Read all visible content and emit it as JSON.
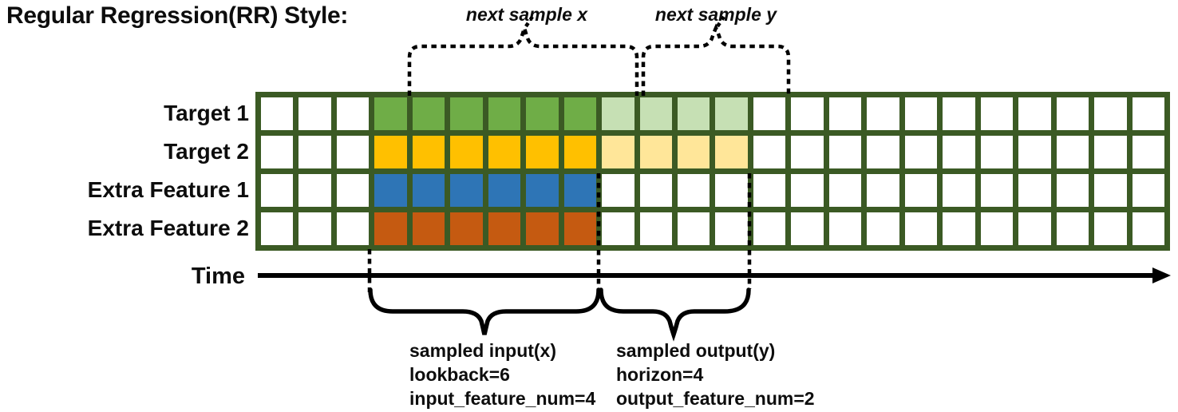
{
  "title": "Regular Regression(RR) Style:",
  "colors": {
    "grid_border": "#3b5a24",
    "cell_empty": "#ffffff",
    "target1_solid": "#6fad47",
    "target1_faded": "#c6e0b4",
    "target2_solid": "#ffc000",
    "target2_faded": "#ffe699",
    "extra1_solid": "#2e75b6",
    "extra2_solid": "#c55a11",
    "annotation": "#000000"
  },
  "grid": {
    "n_cols": 24,
    "lookback_cols": 6,
    "horizon_cols": 4,
    "rows": [
      {
        "label": "Target 1",
        "segments": [
          {
            "start": 3,
            "count": 6,
            "colorKey": "target1_solid"
          },
          {
            "start": 9,
            "count": 4,
            "colorKey": "target1_faded"
          }
        ]
      },
      {
        "label": "Target 2",
        "segments": [
          {
            "start": 3,
            "count": 6,
            "colorKey": "target2_solid"
          },
          {
            "start": 9,
            "count": 4,
            "colorKey": "target2_faded"
          }
        ]
      },
      {
        "label": "Extra Feature 1",
        "segments": [
          {
            "start": 3,
            "count": 6,
            "colorKey": "extra1_solid"
          }
        ]
      },
      {
        "label": "Extra Feature 2",
        "segments": [
          {
            "start": 3,
            "count": 6,
            "colorKey": "extra2_solid"
          }
        ]
      }
    ]
  },
  "time_axis": {
    "label": "Time"
  },
  "annotations": {
    "next_sample_x": "next sample x",
    "next_sample_y": "next sample y",
    "input_block": {
      "line1": "sampled input(x)",
      "line2": "lookback=6",
      "line3": "input_feature_num=4"
    },
    "output_block": {
      "line1": "sampled output(y)",
      "line2": "horizon=4",
      "line3": "output_feature_num=2"
    }
  }
}
